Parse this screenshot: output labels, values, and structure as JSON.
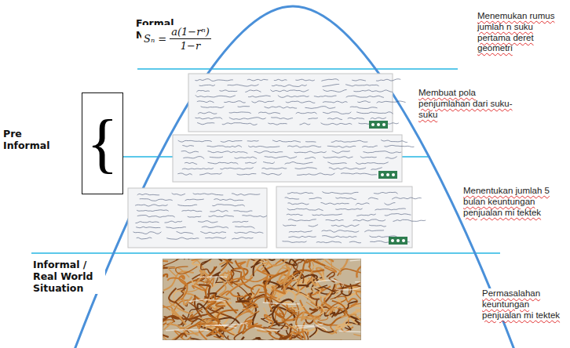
{
  "diagram": {
    "nodes": [
      {
        "text": [
          "{"
        ]
      }
    ],
    "labels": [
      "Formal Notation",
      "Sₙ =",
      "a(1−rⁿ)",
      "1−r",
      "Menemukan rumus jumlah n suku pertama deret geometri",
      "Membuat pola penjumlahan dari suku-suku",
      "Pre Informal",
      "Menentukan jumlah 5 bulan keuntungan penjualan mi tektek",
      "Informal / Real World Situation",
      "Permasalahan keuntungan penjualan mi tektek"
    ]
  }
}
